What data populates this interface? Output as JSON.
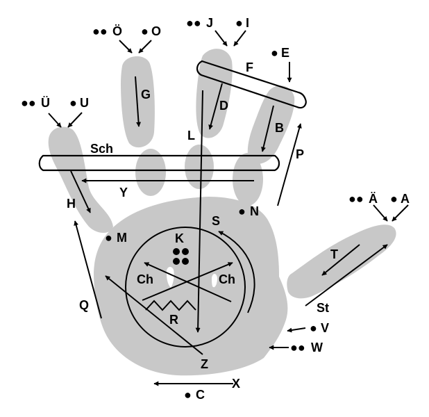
{
  "colors": {
    "hand": "#c8c8c8",
    "ink": "#000000",
    "background": "#ffffff"
  },
  "labels": {
    "o_umlaut": "Ö",
    "o": "O",
    "j": "J",
    "i": "I",
    "e": "E",
    "f": "F",
    "g": "G",
    "d": "D",
    "b": "B",
    "l": "L",
    "u_umlaut": "Ü",
    "u": "U",
    "sch": "Sch",
    "p": "P",
    "y": "Y",
    "h": "H",
    "n": "N",
    "s": "S",
    "a_umlaut": "Ä",
    "a": "A",
    "m": "M",
    "k": "K",
    "t": "T",
    "ch_left": "Ch",
    "ch_right": "Ch",
    "q": "Q",
    "st": "St",
    "r": "R",
    "v": "V",
    "w": "W",
    "z": "Z",
    "x": "X",
    "c": "C"
  },
  "dots": {
    "o_umlaut": "●●",
    "o": "●",
    "j": "●●",
    "i": "●",
    "e": "●",
    "u_umlaut": "●●",
    "u": "●",
    "n": "●",
    "m": "●",
    "a_umlaut": "●●",
    "a": "●",
    "v": "●",
    "w": "●●",
    "c": "●"
  }
}
